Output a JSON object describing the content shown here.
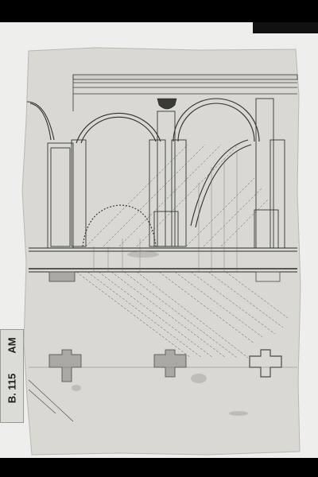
{
  "archive_label": {
    "line1": "AM",
    "line2": "B. 115"
  },
  "drawing": {
    "subject": "architectural-elevation-arcade-with-perspective-construction"
  }
}
